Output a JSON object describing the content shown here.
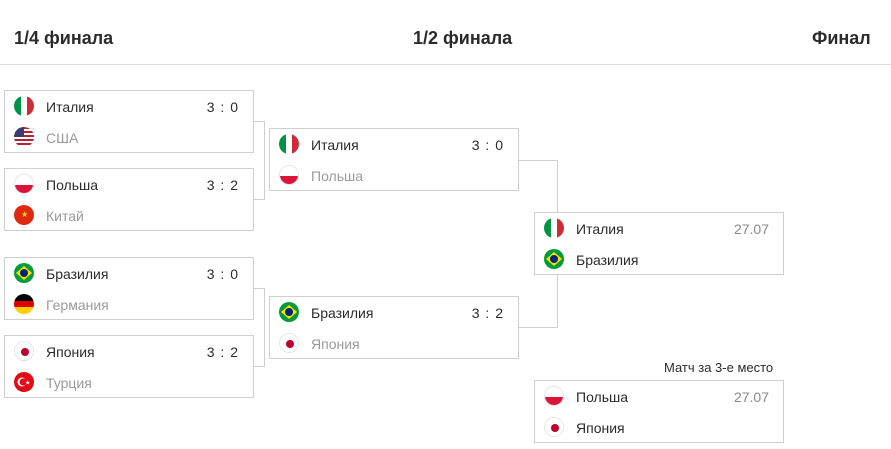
{
  "headers": {
    "quarter": "1/4 финала",
    "semi": "1/2 финала",
    "final": "Финал"
  },
  "quarterfinals": [
    {
      "team1": {
        "name": "Италия",
        "flag": "italy-flag"
      },
      "team2": {
        "name": "США",
        "flag": "usa-flag"
      },
      "score": "3 : 0"
    },
    {
      "team1": {
        "name": "Польша",
        "flag": "poland-flag"
      },
      "team2": {
        "name": "Китай",
        "flag": "china-flag"
      },
      "score": "3 : 2"
    },
    {
      "team1": {
        "name": "Бразилия",
        "flag": "brazil-flag"
      },
      "team2": {
        "name": "Германия",
        "flag": "germany-flag"
      },
      "score": "3 : 0"
    },
    {
      "team1": {
        "name": "Япония",
        "flag": "japan-flag"
      },
      "team2": {
        "name": "Турция",
        "flag": "turkey-flag"
      },
      "score": "3 : 2"
    }
  ],
  "semifinals": [
    {
      "team1": {
        "name": "Италия",
        "flag": "italy-flag"
      },
      "team2": {
        "name": "Польша",
        "flag": "poland-flag"
      },
      "score": "3 : 0"
    },
    {
      "team1": {
        "name": "Бразилия",
        "flag": "brazil-flag"
      },
      "team2": {
        "name": "Япония",
        "flag": "japan-flag"
      },
      "score": "3 : 2"
    }
  ],
  "final": {
    "team1": {
      "name": "Италия",
      "flag": "italy-flag"
    },
    "team2": {
      "name": "Бразилия",
      "flag": "brazil-flag"
    },
    "date": "27.07"
  },
  "third_place": {
    "label": "Матч за 3-е место",
    "team1": {
      "name": "Польша",
      "flag": "poland-flag"
    },
    "team2": {
      "name": "Япония",
      "flag": "japan-flag"
    },
    "date": "27.07"
  },
  "colors": {
    "border": "#cfcfcf",
    "text": "#2b2b2b",
    "loser_text": "#9a9a9a",
    "date_text": "#8a8a8a"
  }
}
